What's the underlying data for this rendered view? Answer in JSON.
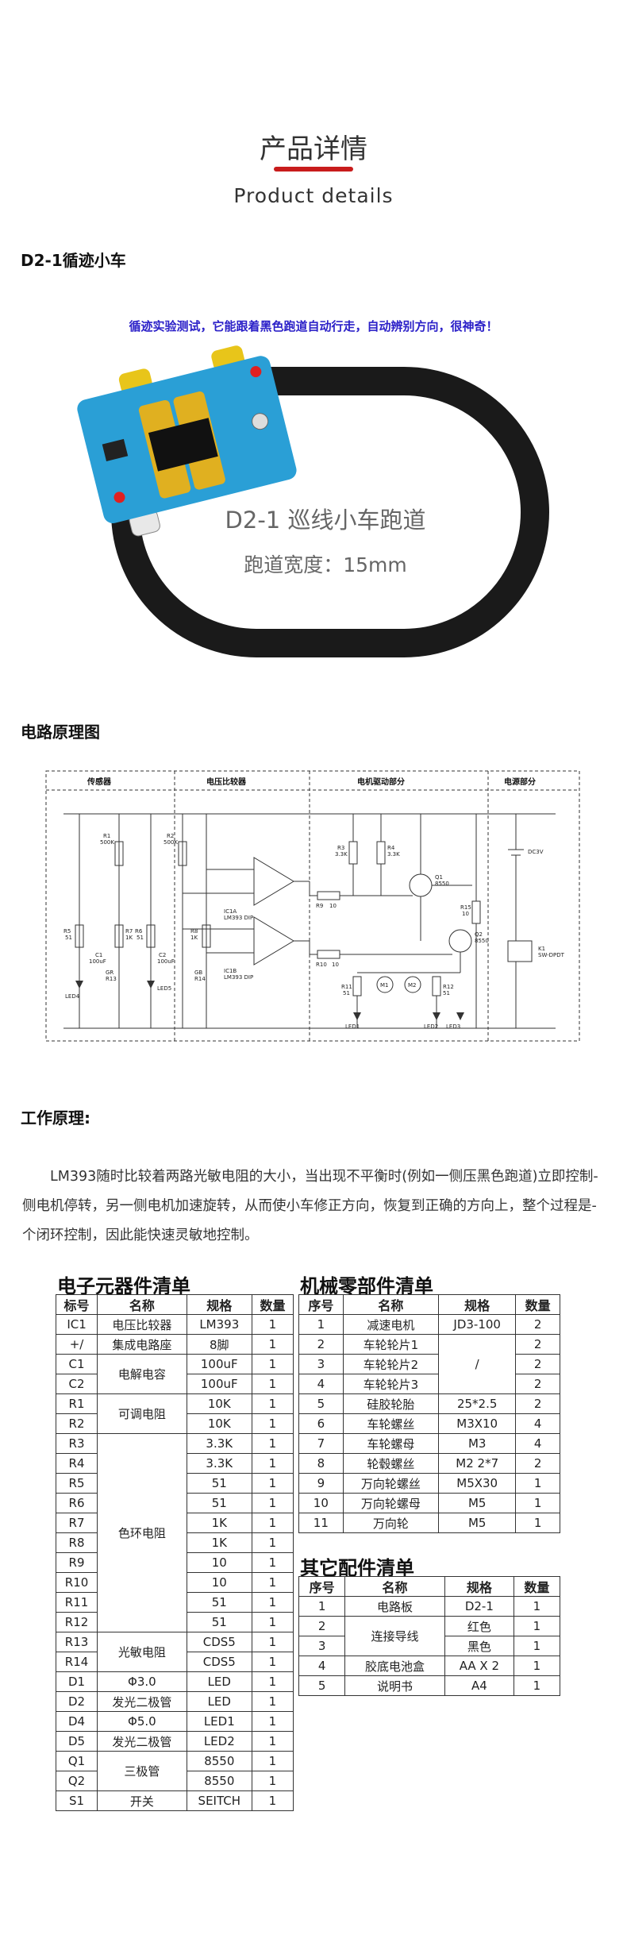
{
  "header": {
    "title_cn": "产品详情",
    "title_en": "Product details"
  },
  "section1": {
    "title": "D2-1循迹小车",
    "caption": "循迹实验测试，它能跟着黑色跑道自动行走，自动辨别方向，很神奇！",
    "track_title": "D2-1 巡线小车跑道",
    "track_width": "跑道宽度：15mm"
  },
  "section2": {
    "title": "电路原理图",
    "circuit": {
      "blocks": [
        "传感器",
        "电压比较器",
        "电机驱动部分",
        "电源部分"
      ],
      "labels": {
        "r1": "R1",
        "r1v": "500K",
        "r2": "R2",
        "r2v": "500K",
        "r3": "R3",
        "r3v": "3.3K",
        "r4": "R4",
        "r4v": "3.3K",
        "r5": "R5",
        "r5v": "51",
        "r6": "R6",
        "r6v": "51",
        "r7": "R7",
        "r7v": "1K",
        "r8": "R8",
        "r8v": "1K",
        "r9": "R9",
        "r9v": "10",
        "r10": "R10",
        "r10v": "10",
        "r11": "R11",
        "r11v": "51",
        "r12": "R12",
        "r12v": "51",
        "r15": "R15",
        "r15v": "10",
        "c1": "C1",
        "c1v": "100uF",
        "c2": "C2",
        "c2v": "100uF",
        "gr": "GR",
        "gb": "GB",
        "r13": "R13",
        "r14": "R14",
        "led4": "LED4",
        "led5": "LED5",
        "led1": "LED1",
        "led2": "LED2",
        "led3": "LED3",
        "ic1a": "IC1A",
        "ic1a_part": "LM393 DIP",
        "ic1b": "IC1B",
        "ic1b_part": "LM393 DIP",
        "q1": "Q1",
        "q1v": "8550",
        "q2": "Q2",
        "q2v": "8550",
        "m1": "M1",
        "m2": "M2",
        "dc": "DC3V",
        "k1": "K1",
        "k1v": "SW-DPDT"
      }
    }
  },
  "section3": {
    "title": "工作原理:",
    "text": "LM393随时比较着两路光敏电阻的大小，当出现不平衡时(例如一侧压黑色跑道)立即控制-侧电机停转，另一侧电机加速旋转，从而使小车修正方向，恢复到正确的方向上，整个过程是-个闭环控制，因此能快速灵敏地控制。"
  },
  "electronic_parts": {
    "title": "电子元器件清单",
    "headers": [
      "标号",
      "名称",
      "规格",
      "数量"
    ],
    "rows": [
      [
        "IC1",
        "电压比较器",
        "LM393",
        "1"
      ],
      [
        "+/",
        "集成电路座",
        "8脚",
        "1"
      ],
      [
        "C1",
        "电解电容",
        "100uF",
        "1"
      ],
      [
        "C2",
        "",
        "100uF",
        "1"
      ],
      [
        "R1",
        "可调电阻",
        "10K",
        "1"
      ],
      [
        "R2",
        "",
        "10K",
        "1"
      ],
      [
        "R3",
        "色环电阻",
        "3.3K",
        "1"
      ],
      [
        "R4",
        "",
        "3.3K",
        "1"
      ],
      [
        "R5",
        "",
        "51",
        "1"
      ],
      [
        "R6",
        "",
        "51",
        "1"
      ],
      [
        "R7",
        "",
        "1K",
        "1"
      ],
      [
        "R8",
        "",
        "1K",
        "1"
      ],
      [
        "R9",
        "",
        "10",
        "1"
      ],
      [
        "R10",
        "",
        "10",
        "1"
      ],
      [
        "R11",
        "",
        "51",
        "1"
      ],
      [
        "R12",
        "",
        "51",
        "1"
      ],
      [
        "R13",
        "光敏电阻",
        "CDS5",
        "1"
      ],
      [
        "R14",
        "",
        "CDS5",
        "1"
      ],
      [
        "D1",
        "Φ3.0",
        "LED",
        "1"
      ],
      [
        "D2",
        "发光二极管",
        "LED",
        "1"
      ],
      [
        "D4",
        "Φ5.0",
        "LED1",
        "1"
      ],
      [
        "D5",
        "发光二极管",
        "LED2",
        "1"
      ],
      [
        "Q1",
        "三极管",
        "8550",
        "1"
      ],
      [
        "Q2",
        "",
        "8550",
        "1"
      ],
      [
        "S1",
        "开关",
        "SEITCH",
        "1"
      ]
    ]
  },
  "mechanical_parts": {
    "title": "机械零部件清单",
    "headers": [
      "序号",
      "名称",
      "规格",
      "数量"
    ],
    "rows": [
      [
        "1",
        "减速电机",
        "JD3-100",
        "2"
      ],
      [
        "2",
        "车轮轮片1",
        "/",
        "2"
      ],
      [
        "3",
        "车轮轮片2",
        "",
        "2"
      ],
      [
        "4",
        "车轮轮片3",
        "",
        "2"
      ],
      [
        "5",
        "硅胶轮胎",
        "25*2.5",
        "2"
      ],
      [
        "6",
        "车轮螺丝",
        "M3X10",
        "4"
      ],
      [
        "7",
        "车轮螺母",
        "M3",
        "4"
      ],
      [
        "8",
        "轮毂螺丝",
        "M2 2*7",
        "2"
      ],
      [
        "9",
        "万向轮螺丝",
        "M5X30",
        "1"
      ],
      [
        "10",
        "万向轮螺母",
        "M5",
        "1"
      ],
      [
        "11",
        "万向轮",
        "M5",
        "1"
      ]
    ]
  },
  "other_parts": {
    "title": "其它配件清单",
    "headers": [
      "序号",
      "名称",
      "规格",
      "数量"
    ],
    "rows": [
      [
        "1",
        "电路板",
        "D2-1",
        "1"
      ],
      [
        "2",
        "连接导线",
        "红色",
        "1"
      ],
      [
        "3",
        "",
        "黑色",
        "1"
      ],
      [
        "4",
        "胶底电池盒",
        "AA X 2",
        "1"
      ],
      [
        "5",
        "说明书",
        "A4",
        "1"
      ]
    ]
  },
  "colors": {
    "accent": "#c81c1c",
    "caption": "#2b20c8",
    "track": "#1a1a1a",
    "pcb": "#2a9fd6"
  }
}
